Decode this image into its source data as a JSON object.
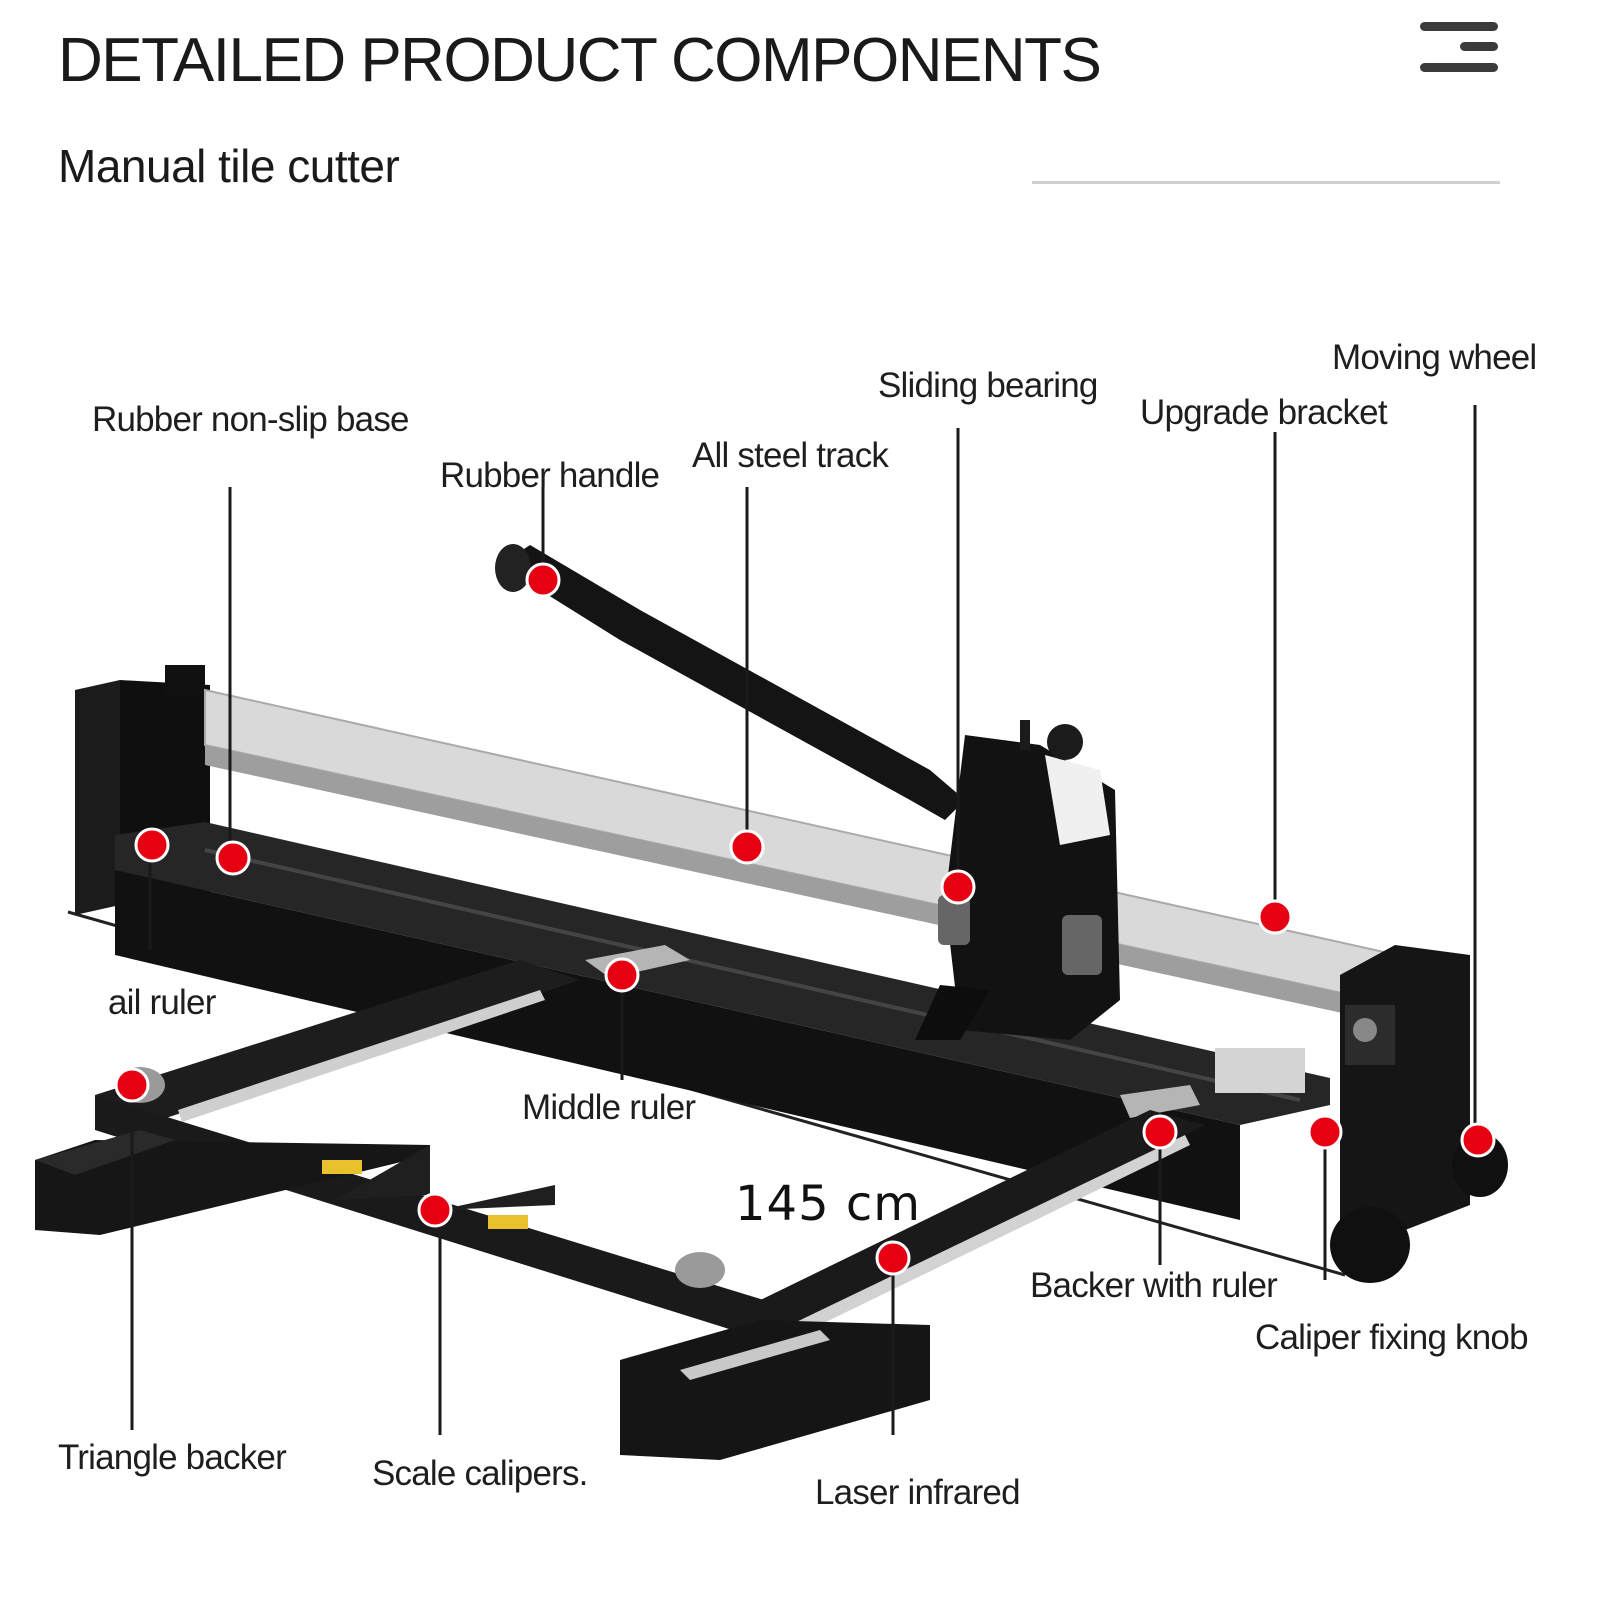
{
  "header": {
    "title": "DETAILED PRODUCT COMPONENTS",
    "subtitle": "Manual tile cutter"
  },
  "dimension_label": "145 cm",
  "colors": {
    "marker": "#e60012",
    "metal_dark": "#141414",
    "track_silver": "#d8d8d8",
    "leader_line": "#1a1a1a"
  },
  "labels": {
    "rubber_non_slip_base": "Rubber non-slip base",
    "rubber_handle": "Rubber handle",
    "all_steel_track": "All steel track",
    "sliding_bearing": "Sliding bearing",
    "moving_wheel": "Moving wheel",
    "upgrade_bracket": "Upgrade bracket",
    "rail_ruler": "ail ruler",
    "middle_ruler": "Middle ruler",
    "backer_with_ruler": "Backer with ruler",
    "caliper_fixing_knob": "Caliper fixing knob",
    "triangle_backer": "Triangle backer",
    "scale_calipers": "Scale calipers.",
    "laser_infrared": "Laser infrared"
  }
}
